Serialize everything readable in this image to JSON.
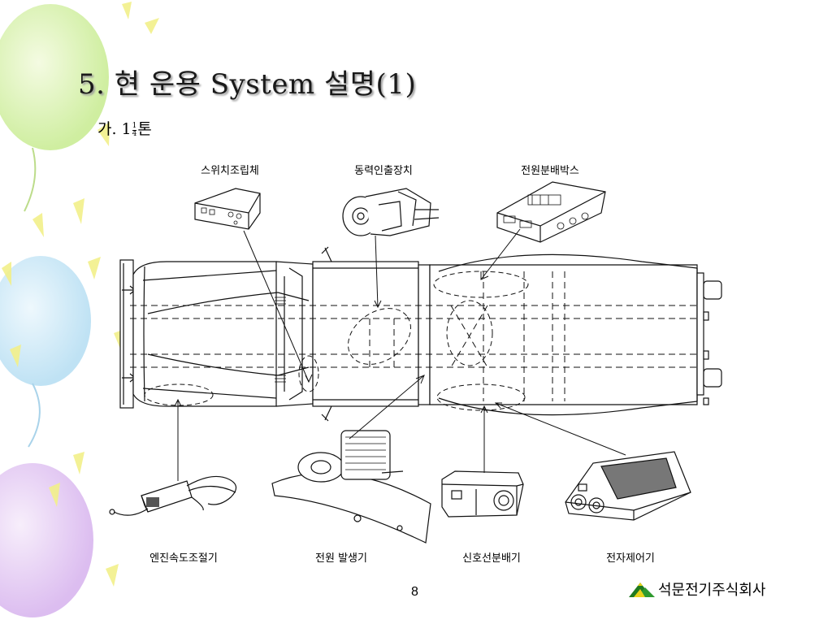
{
  "slide": {
    "title": "5. 현 운용 System 설명(1)",
    "subtitle_prefix": "가. 1",
    "subtitle_frac_num": "1",
    "subtitle_frac_den": "4",
    "subtitle_suffix": "톤",
    "page_number": "8",
    "company_name": "석문전기주식회사"
  },
  "labels": {
    "switch_assembly": "스위치조립체",
    "power_takeoff": "동력인출장치",
    "power_distribution_box": "전원분배박스",
    "engine_speed_controller": "엔진속도조절기",
    "power_generator": "전원 발생기",
    "signal_distributor": "신호선분배기",
    "electronic_controller": "전자제어기"
  },
  "colors": {
    "balloon_green": "#d9f2a8",
    "balloon_blue": "#cfe9f7",
    "balloon_purple": "#e6ccf2",
    "ray_yellow": "#f2f08a",
    "logo_green": "#1f7a1f",
    "logo_yellow": "#e8d21a"
  }
}
